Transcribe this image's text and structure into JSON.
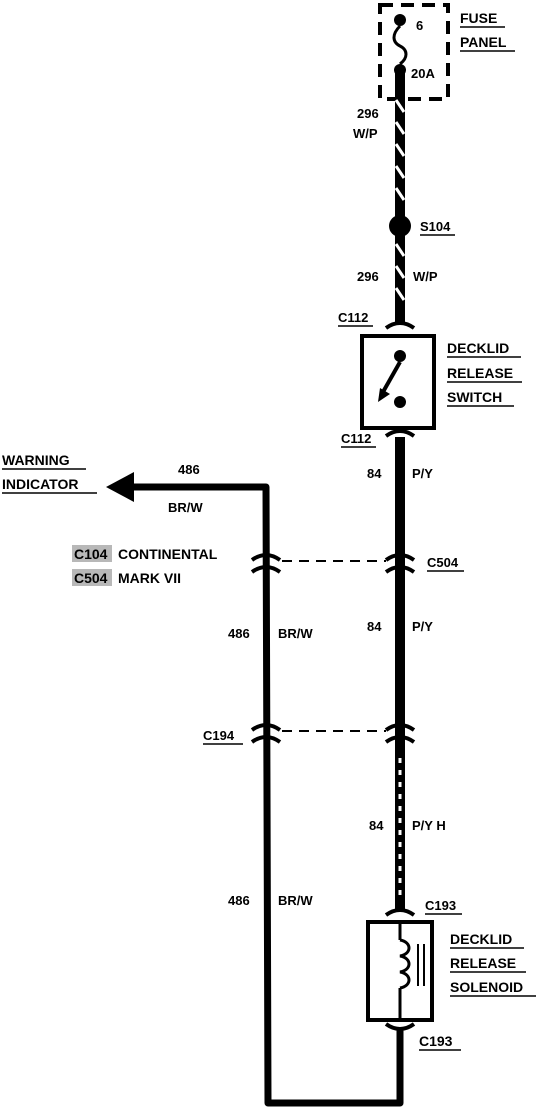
{
  "fuse_panel": {
    "line1": "FUSE",
    "line2": "PANEL",
    "fuse_number": "6",
    "fuse_rating": "20A"
  },
  "splice": {
    "label": "S104"
  },
  "circuit_296_top": {
    "number": "296",
    "color": "W/P"
  },
  "circuit_296_mid": {
    "number": "296",
    "color": "W/P"
  },
  "switch": {
    "line1": "DECKLID",
    "line2": "RELEASE",
    "line3": "SWITCH",
    "connector_top": "C112",
    "connector_bottom": "C112"
  },
  "circuit_84_a": {
    "number": "84",
    "color": "P/Y"
  },
  "circuit_84_b": {
    "number": "84",
    "color": "P/Y"
  },
  "circuit_84_c": {
    "number": "84",
    "color": "P/Y H"
  },
  "warning": {
    "line1": "WARNING",
    "line2": "INDICATOR",
    "number": "486",
    "color": "BR/W"
  },
  "circuit_486_a": {
    "number": "486",
    "color": "BR/W"
  },
  "circuit_486_b": {
    "number": "486",
    "color": "BR/W"
  },
  "connectors": {
    "c104": "C104",
    "c104_note": "CONTINENTAL",
    "c504": "C504",
    "c504_note": "MARK VII",
    "c504_right": "C504",
    "c194": "C194"
  },
  "solenoid": {
    "line1": "DECKLID",
    "line2": "RELEASE",
    "line3": "SOLENOID",
    "connector_top": "C193",
    "connector_bottom": "C193"
  }
}
